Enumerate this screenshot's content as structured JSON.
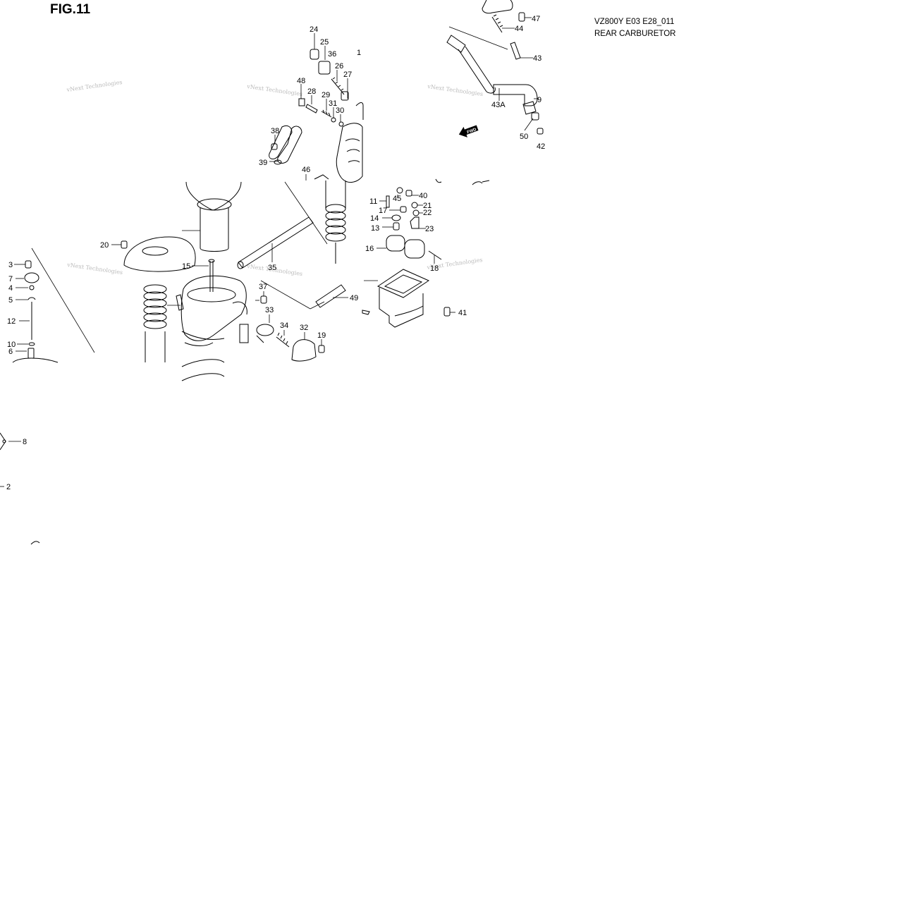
{
  "figure": {
    "title": "FIG.11",
    "model_code": "VZ800Y E03 E28_011",
    "section": "REAR CARBURETOR"
  },
  "direction_marker": "FWD",
  "watermark": "vNext Technologies",
  "callouts": [
    "24",
    "25",
    "36",
    "26",
    "27",
    "1",
    "48",
    "28",
    "29",
    "31",
    "30",
    "38",
    "39",
    "46",
    "47",
    "44",
    "43",
    "43A",
    "9",
    "50",
    "42",
    "45",
    "40",
    "11",
    "17",
    "21",
    "22",
    "14",
    "13",
    "23",
    "16",
    "18",
    "20",
    "15",
    "35",
    "37",
    "49",
    "41",
    "3",
    "7",
    "4",
    "5",
    "12",
    "10",
    "6",
    "33",
    "34",
    "32",
    "19",
    "2",
    "8"
  ]
}
